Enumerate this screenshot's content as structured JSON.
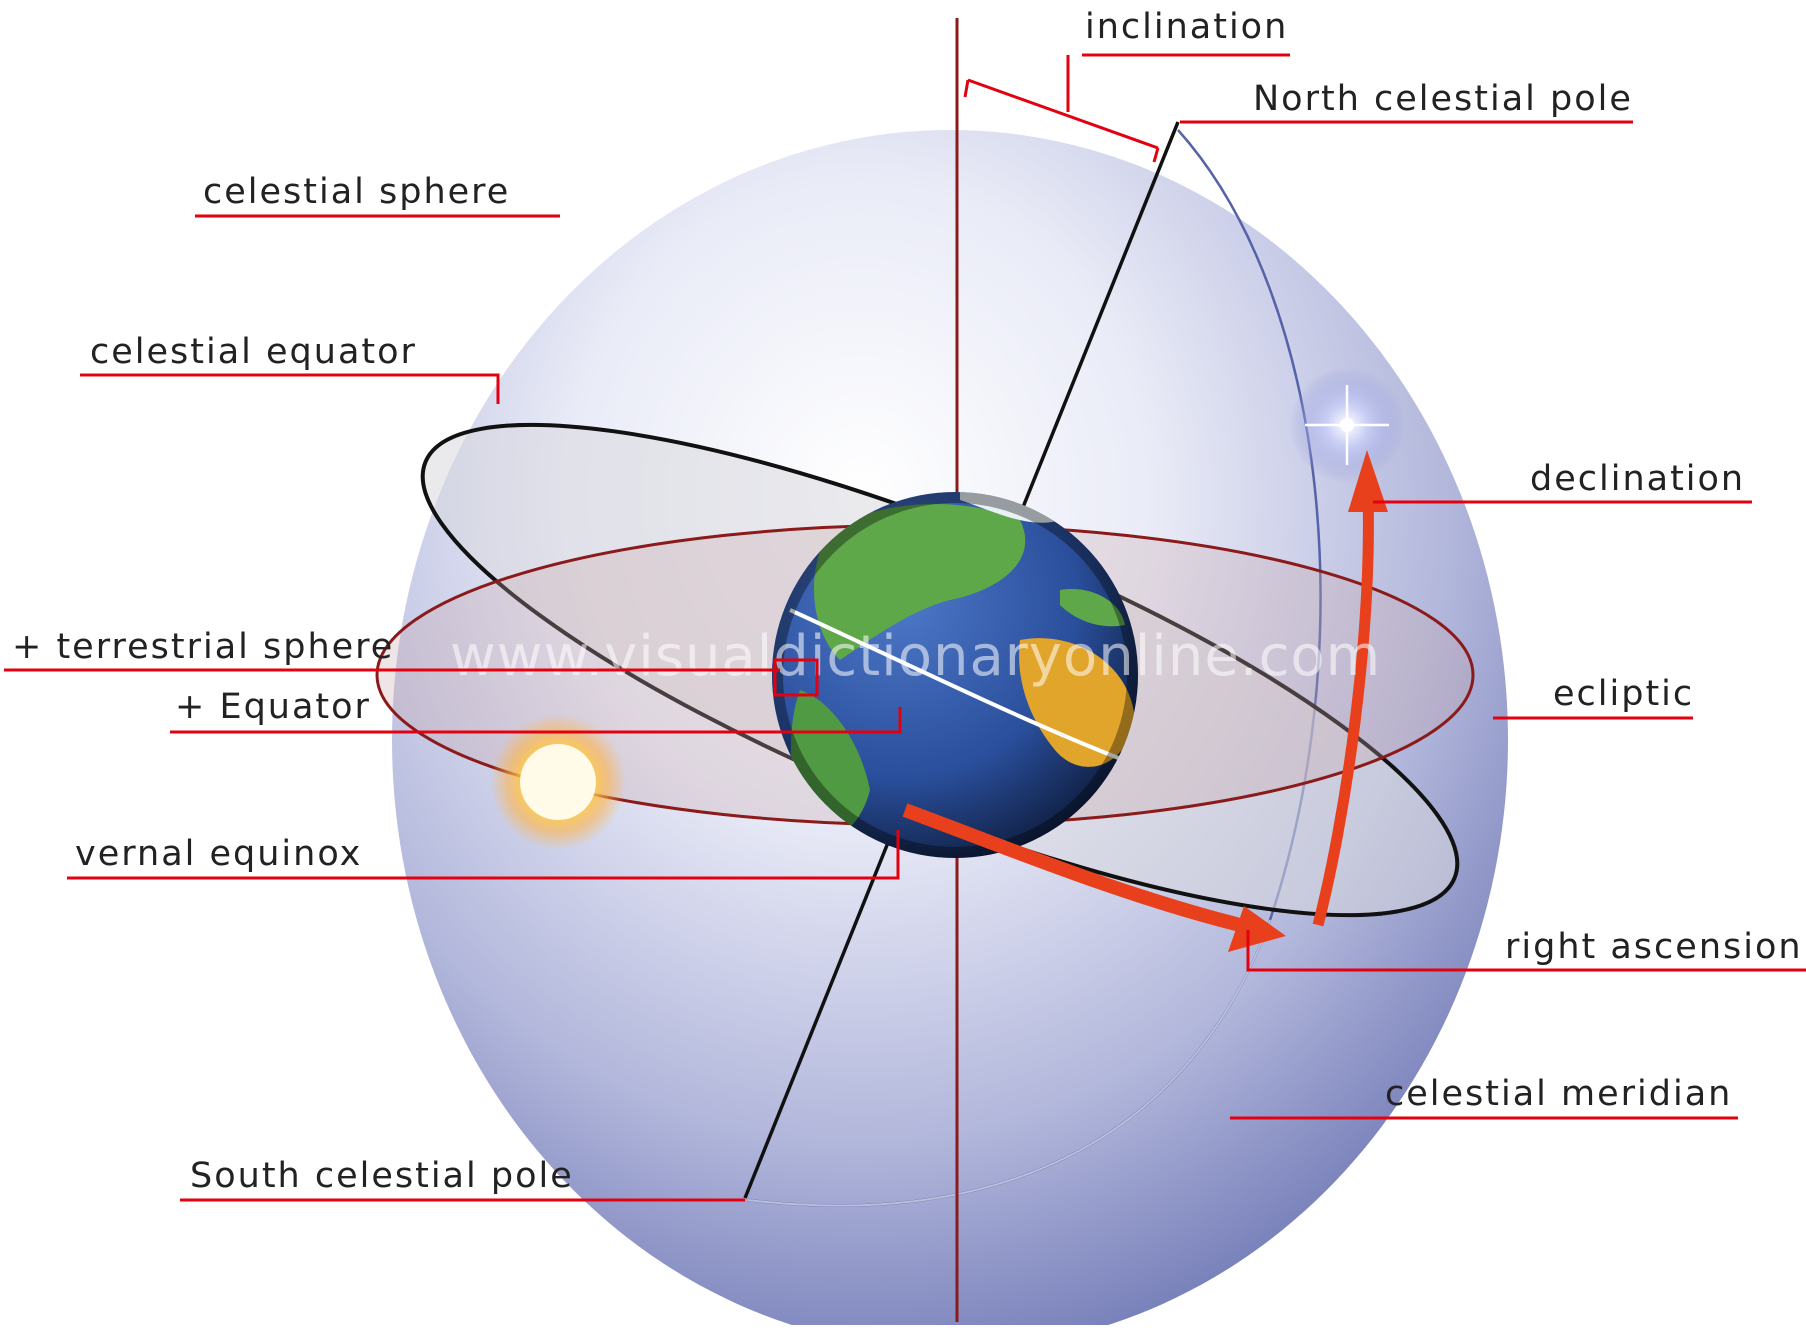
{
  "labels": {
    "inclination": "inclination",
    "north_celestial_pole": "North celestial pole",
    "celestial_sphere": "celestial sphere",
    "celestial_equator": "celestial equator",
    "declination": "declination",
    "terrestrial_sphere": "+ terrestrial sphere",
    "equator": "+ Equator",
    "ecliptic": "ecliptic",
    "vernal_equinox": "vernal equinox",
    "right_ascension": "right ascension",
    "celestial_meridian": "celestial meridian",
    "south_celestial_pole": "South celestial pole"
  },
  "watermark": "www.visualdictionaryonline.com",
  "colors": {
    "leader_line": "#e3000f",
    "arrow": "#e8401c",
    "sphere_light": "#ffffff",
    "sphere_dark": "#6f78b5",
    "ecliptic": "#8b1a1a",
    "celestial_equator": "#111111",
    "ocean": "#2a4f9c",
    "land": "#5fa84a",
    "sun": "#ffd24a"
  },
  "icons": {
    "star": "star-icon",
    "sun": "sun-icon",
    "earth": "earth-icon"
  }
}
